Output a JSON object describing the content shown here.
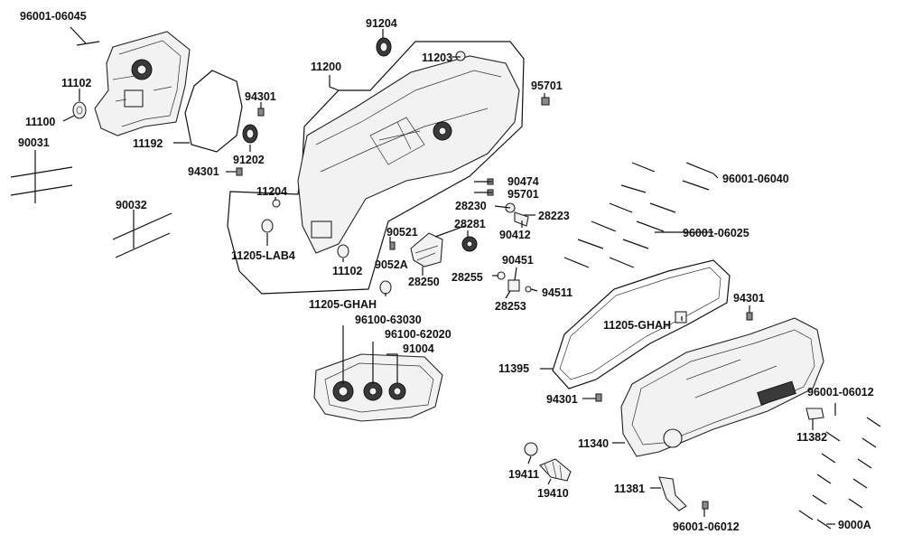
{
  "part_numbers": [
    "96001-06045",
    "91204",
    "11102",
    "11100",
    "11200",
    "11203",
    "95701",
    "94301",
    "90031",
    "11192",
    "91202",
    "94301",
    "90032",
    "11204",
    "11205-LAB4",
    "11102",
    "11205-GHAH",
    "96100-63030",
    "96100-62020",
    "91004",
    "90474",
    "95701",
    "28230",
    "28223",
    "90412",
    "28281",
    "90521",
    "9052A",
    "28250",
    "28255",
    "90451",
    "94511",
    "28253",
    "96001-06040",
    "96001-06025",
    "94301",
    "11205-GHAH",
    "11395",
    "94301",
    "96001-06012",
    "11382",
    "11340",
    "19411",
    "19410",
    "11381",
    "96001-06012",
    "9000A"
  ]
}
